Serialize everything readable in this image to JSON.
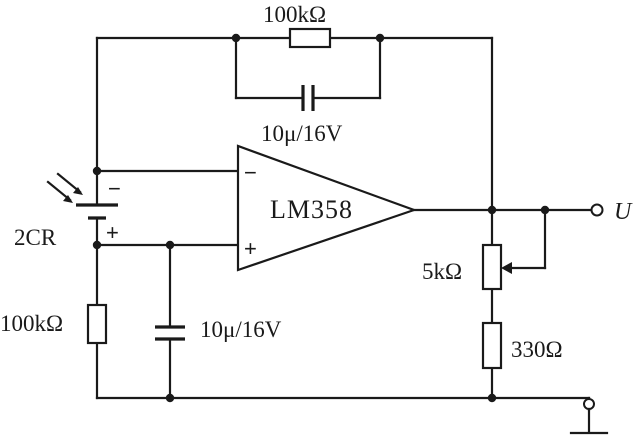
{
  "schematic": {
    "opamp": {
      "label": "LM358",
      "inverting_sign": "−",
      "noninverting_sign": "+"
    },
    "feedback_resistor": {
      "label": "100kΩ"
    },
    "feedback_capacitor": {
      "label": "10μ/16V"
    },
    "photocell": {
      "label": "2CR",
      "minus_sign": "−",
      "plus_sign": "+"
    },
    "bias_resistor": {
      "label": "100kΩ"
    },
    "input_capacitor": {
      "label": "10μ/16V"
    },
    "potentiometer": {
      "label": "5kΩ"
    },
    "load_resistor": {
      "label": "330Ω"
    },
    "output_terminal": {
      "label": "U"
    }
  }
}
